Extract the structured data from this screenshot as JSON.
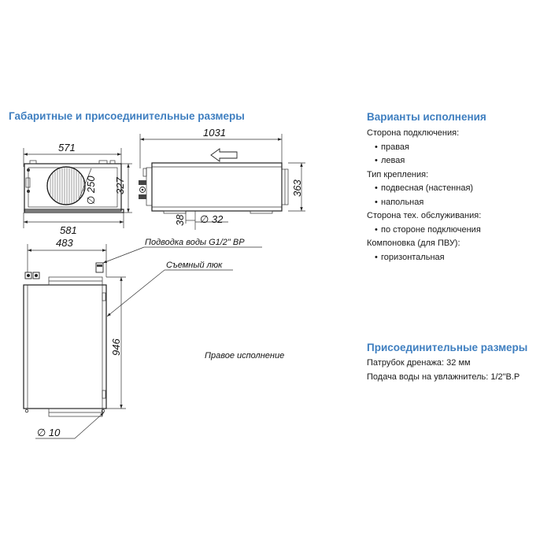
{
  "diagram": {
    "title": "Габаритные и присоединительные размеры",
    "dimensions": {
      "front_width": "571",
      "front_base_width": "581",
      "front_height": "327",
      "fan_diameter": "∅ 250",
      "side_length": "1031",
      "side_height": "363",
      "drain_offset": "38",
      "drain_diameter": "∅ 32",
      "top_width": "483",
      "top_length": "946",
      "hole_diameter": "∅ 10"
    },
    "notes": {
      "water_supply": "Подводка воды  G1/2\" ВР",
      "removable_hatch": "Съемный люк",
      "right_version": "Правое исполнение"
    }
  },
  "variants": {
    "title": "Варианты исполнения",
    "lines": [
      {
        "text": "Сторона подключения:",
        "bullet": false
      },
      {
        "text": "правая",
        "bullet": true
      },
      {
        "text": "левая",
        "bullet": true
      },
      {
        "text": "Тип крепления:",
        "bullet": false
      },
      {
        "text": "подвесная (настенная)",
        "bullet": true
      },
      {
        "text": "напольная",
        "bullet": true
      },
      {
        "text": "Сторона тех. обслуживания:",
        "bullet": false
      },
      {
        "text": "по стороне подключения",
        "bullet": true
      },
      {
        "text": "Компоновка (для ПВУ):",
        "bullet": false
      },
      {
        "text": "горизонтальная",
        "bullet": true
      }
    ]
  },
  "connections": {
    "title": "Присоединительные размеры",
    "lines": [
      "Патрубок дренажа: 32 мм",
      "Подача воды на увлажнитель: 1/2\"В.Р"
    ]
  }
}
